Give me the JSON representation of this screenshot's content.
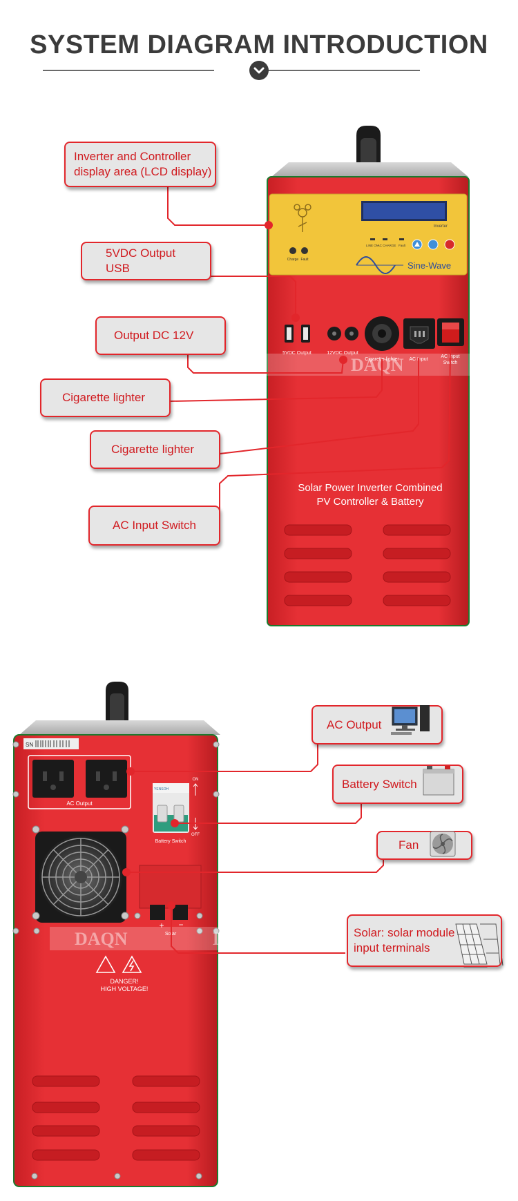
{
  "header": {
    "title": "SYSTEM DIAGRAM INTRODUCTION"
  },
  "front": {
    "lcd_label": "Inverter",
    "indicators": [
      "LINE ON",
      "AC CHARGE",
      "Fault"
    ],
    "led_labels": [
      "Charge",
      "Fault"
    ],
    "wave_label": "Sine-Wave",
    "port_labels": {
      "usb": "5VDC Output",
      "dc12": "12VDC Output",
      "cig": "Cigarette lighter",
      "ac_input": "AC Input",
      "ac_switch_l1": "AC Input",
      "ac_switch_l2": "Switch"
    },
    "caption_line1": "Solar Power Inverter Combined",
    "caption_line2": "PV Controller & Battery",
    "watermark": "DAQN"
  },
  "back": {
    "sn_label": "SN",
    "ac_output_label": "AC Output",
    "breaker_on": "ON",
    "breaker_off": "OFF",
    "breaker_brand": "YENSOH",
    "breaker_label": "Battery Switch",
    "solar_label": "Solar",
    "solar_plus": "+",
    "solar_minus": "−",
    "danger_line1": "DANGER!",
    "danger_line2": "HIGH VOLTAGE!",
    "watermark": "DAQN"
  },
  "callouts": {
    "lcd": "Inverter and Controller\ndisplay area (LCD display)",
    "usb": "5VDC  Output\nUSB",
    "dc12": "Output DC 12V",
    "cig1": "Cigarette lighter",
    "cig2": "Cigarette lighter",
    "acsw": "AC Input Switch",
    "acout": "AC Output",
    "batt": "Battery Switch",
    "fan": "Fan",
    "solar": "Solar: solar module\ninput terminals"
  },
  "colors": {
    "body_red": "#e32b2e",
    "callout_red": "#e2262b",
    "panel_yellow": "#f2c53a",
    "lcd_blue": "#2f4fa5",
    "title_gray": "#3b3b3b"
  }
}
